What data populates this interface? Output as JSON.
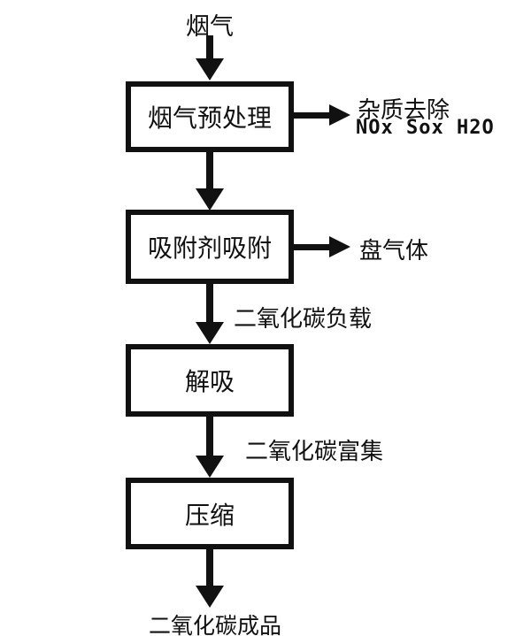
{
  "diagram": {
    "type": "flowchart",
    "source_label": "烟气",
    "boxes": [
      {
        "label": "烟气预处理"
      },
      {
        "label": "吸附剂吸附"
      },
      {
        "label": "解吸"
      },
      {
        "label": "压缩"
      }
    ],
    "side_outputs": [
      {
        "line1": "杂质去除",
        "line2": "NOx Sox H2O"
      },
      {
        "line1": "盘气体"
      }
    ],
    "flow_labels": [
      {
        "text": "二氧化碳负载"
      },
      {
        "text": "二氧化碳富集"
      }
    ],
    "sink_label": "二氧化碳成品",
    "colors": {
      "ink": "#111111",
      "background": "#ffffff"
    }
  }
}
